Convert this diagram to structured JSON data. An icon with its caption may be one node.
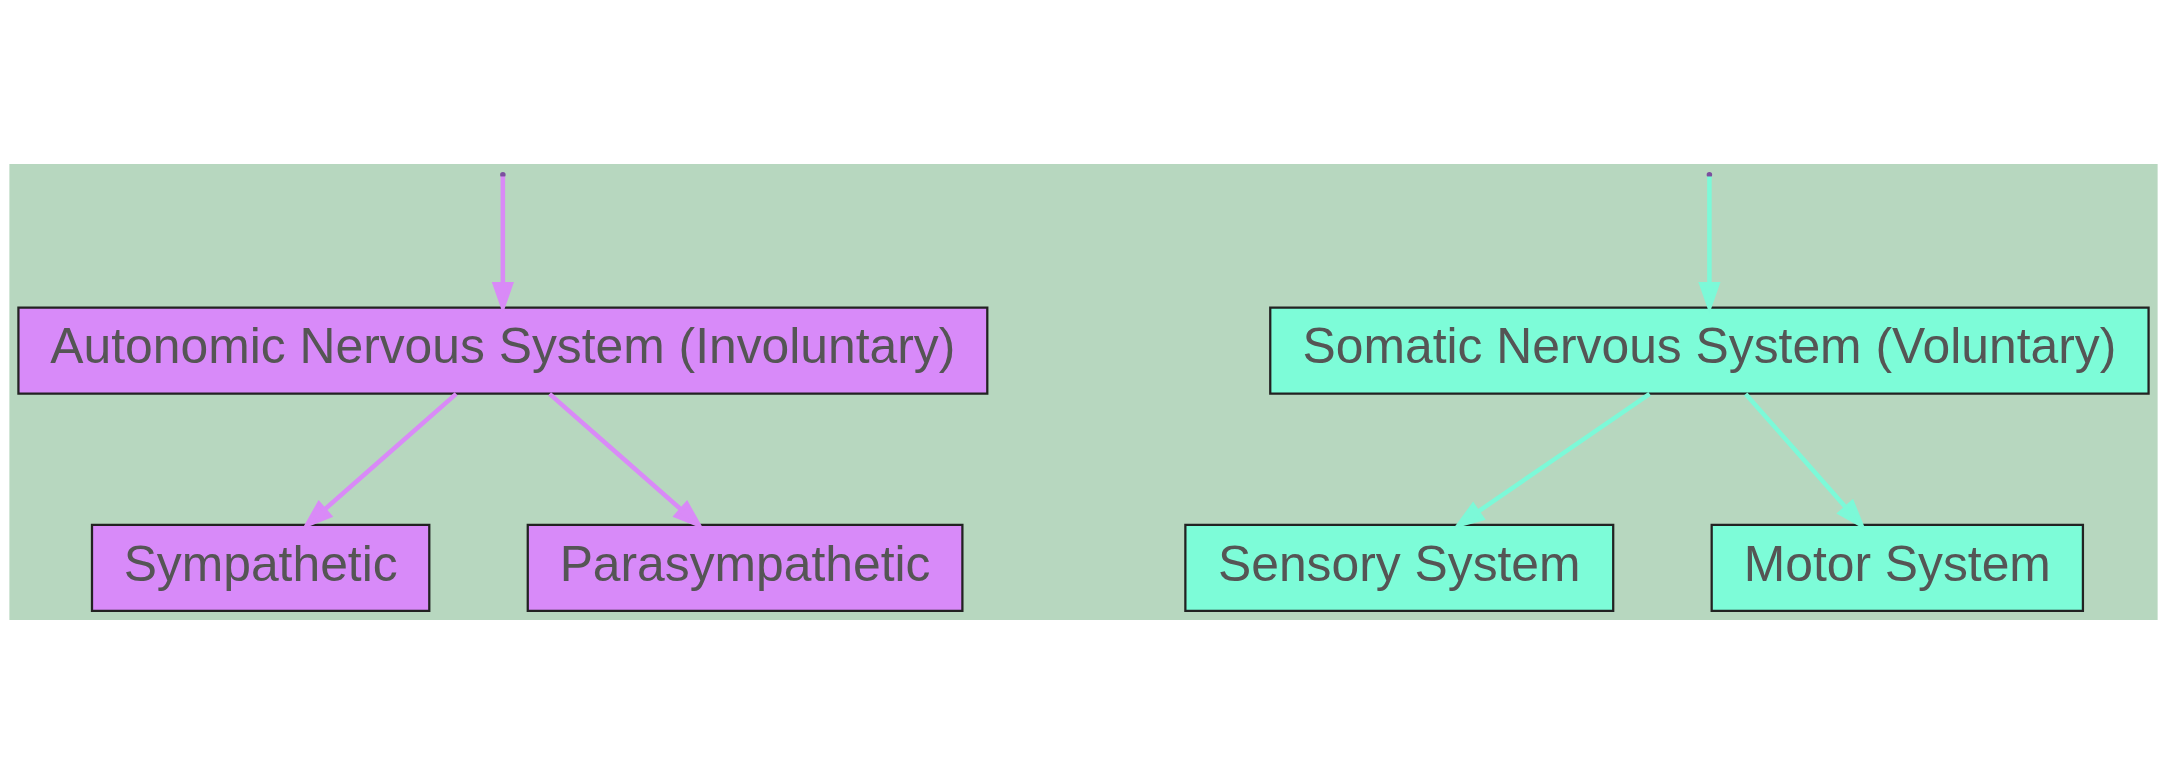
{
  "diagram": {
    "nodes": [
      {
        "text": [
          "Autonomic Nervous System (Involuntary)"
        ]
      },
      {
        "text": [
          "Somatic Nervous System (Voluntary)"
        ]
      },
      {
        "text": [
          "Sympathetic"
        ]
      },
      {
        "text": [
          "Parasympathetic"
        ]
      },
      {
        "text": [
          "Sensory System"
        ]
      },
      {
        "text": [
          "Motor System"
        ]
      }
    ],
    "edges": [
      {
        "from": null,
        "to": 0,
        "arrow": "to",
        "color": "#d98af7"
      },
      {
        "from": null,
        "to": 1,
        "arrow": "to",
        "color": "#7cf9d8"
      },
      {
        "from": 0,
        "to": 2,
        "arrow": "to",
        "color": "#d98af7"
      },
      {
        "from": 0,
        "to": 3,
        "arrow": "to",
        "color": "#d98af7"
      },
      {
        "from": 1,
        "to": 4,
        "arrow": "to",
        "color": "#7cf9d8"
      },
      {
        "from": 1,
        "to": 5,
        "arrow": "to",
        "color": "#7cf9d8"
      }
    ]
  }
}
